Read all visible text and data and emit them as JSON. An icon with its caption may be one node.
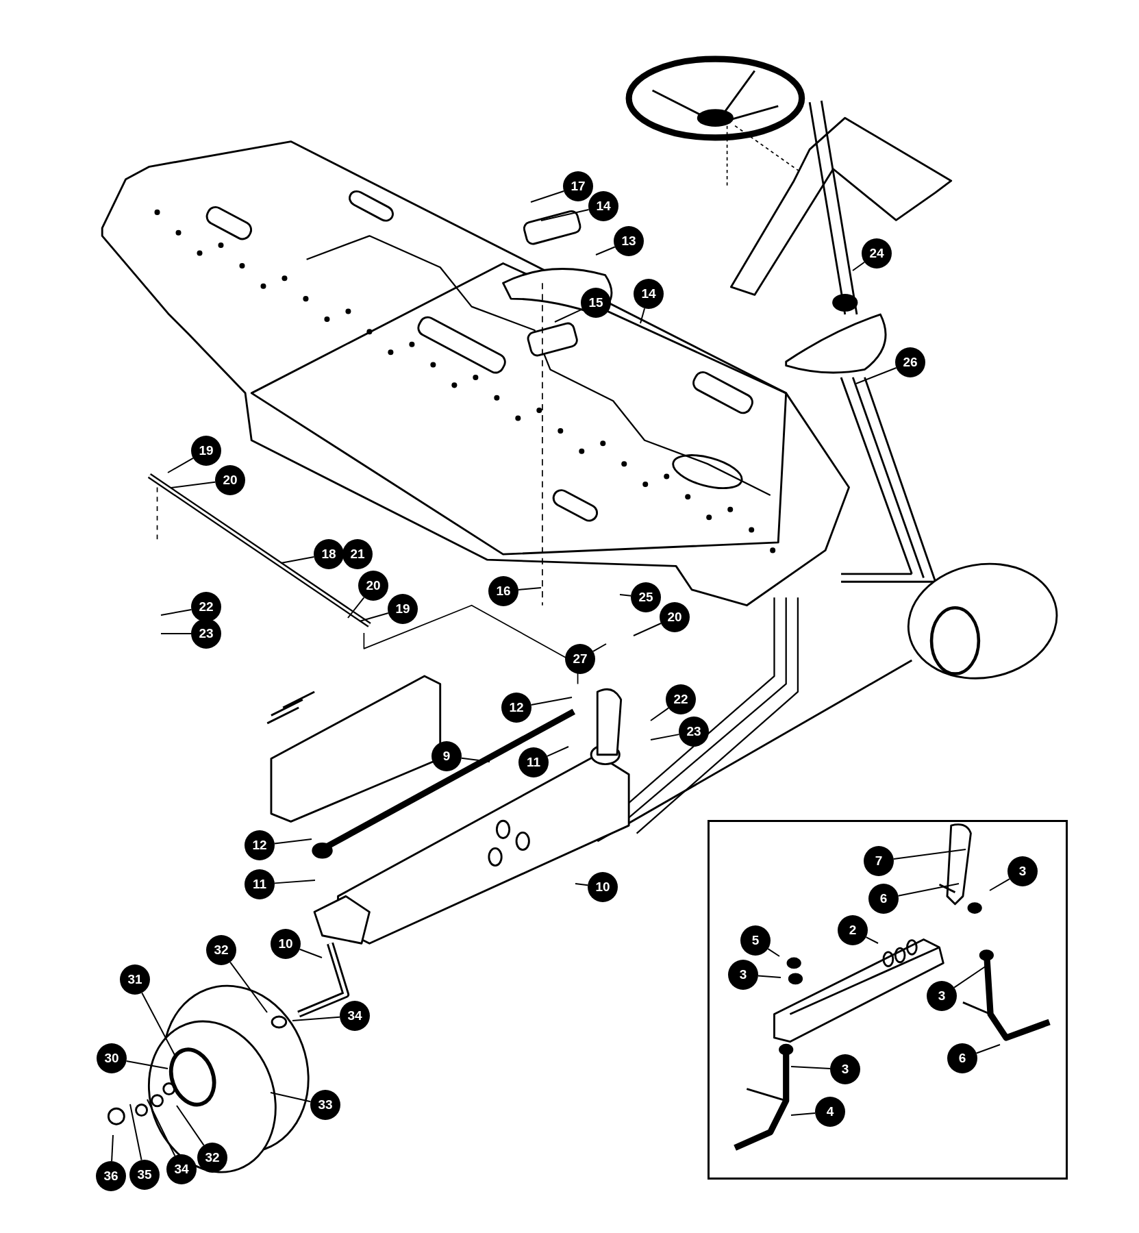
{
  "diagram": {
    "nodes": [
      {
        "text": [
          "17"
        ]
      },
      {
        "text": [
          "14"
        ]
      },
      {
        "text": [
          "13"
        ]
      },
      {
        "text": [
          "15"
        ]
      },
      {
        "text": [
          "14"
        ]
      },
      {
        "text": [
          "24"
        ]
      },
      {
        "text": [
          "26"
        ]
      },
      {
        "text": [
          "19"
        ]
      },
      {
        "text": [
          "20"
        ]
      },
      {
        "text": [
          "18"
        ]
      },
      {
        "text": [
          "21"
        ]
      },
      {
        "text": [
          "20"
        ]
      },
      {
        "text": [
          "19"
        ]
      },
      {
        "text": [
          "22"
        ]
      },
      {
        "text": [
          "23"
        ]
      },
      {
        "text": [
          "16"
        ]
      },
      {
        "text": [
          "25"
        ]
      },
      {
        "text": [
          "20"
        ]
      },
      {
        "text": [
          "27"
        ]
      },
      {
        "text": [
          "12"
        ]
      },
      {
        "text": [
          "22"
        ]
      },
      {
        "text": [
          "23"
        ]
      },
      {
        "text": [
          "9"
        ]
      },
      {
        "text": [
          "11"
        ]
      },
      {
        "text": [
          "12"
        ]
      },
      {
        "text": [
          "11"
        ]
      },
      {
        "text": [
          "10"
        ]
      },
      {
        "text": [
          "10"
        ]
      },
      {
        "text": [
          "32"
        ]
      },
      {
        "text": [
          "34"
        ]
      },
      {
        "text": [
          "31"
        ]
      },
      {
        "text": [
          "30"
        ]
      },
      {
        "text": [
          "33"
        ]
      },
      {
        "text": [
          "32"
        ]
      },
      {
        "text": [
          "34"
        ]
      },
      {
        "text": [
          "35"
        ]
      },
      {
        "text": [
          "36"
        ]
      },
      {
        "text": [],
        "shape": "box"
      },
      {
        "text": [
          "7"
        ],
        "in": 37
      },
      {
        "text": [
          "6"
        ],
        "in": 37
      },
      {
        "text": [
          "3"
        ],
        "in": 37
      },
      {
        "text": [
          "2"
        ],
        "in": 37
      },
      {
        "text": [
          "5"
        ],
        "in": 37
      },
      {
        "text": [
          "3"
        ],
        "in": 37
      },
      {
        "text": [
          "3"
        ],
        "in": 37
      },
      {
        "text": [
          "6"
        ],
        "in": 37
      },
      {
        "text": [
          "3"
        ],
        "in": 37
      },
      {
        "text": [
          "4"
        ],
        "in": 37
      }
    ],
    "edges": [
      {
        "from": 0,
        "to": null,
        "arrow": "none"
      },
      {
        "from": 1,
        "to": null,
        "arrow": "none"
      },
      {
        "from": 2,
        "to": null,
        "arrow": "none"
      },
      {
        "from": 3,
        "to": null,
        "arrow": "none"
      },
      {
        "from": 4,
        "to": null,
        "arrow": "none"
      },
      {
        "from": 5,
        "to": null,
        "arrow": "none"
      },
      {
        "from": 6,
        "to": null,
        "arrow": "none"
      },
      {
        "from": 7,
        "to": null,
        "arrow": "none"
      },
      {
        "from": 8,
        "to": null,
        "arrow": "none"
      },
      {
        "from": 9,
        "to": null,
        "arrow": "none"
      },
      {
        "from": 11,
        "to": null,
        "arrow": "none"
      },
      {
        "from": 12,
        "to": null,
        "arrow": "none"
      },
      {
        "from": 13,
        "to": null,
        "arrow": "none"
      },
      {
        "from": 14,
        "to": null,
        "arrow": "none"
      },
      {
        "from": 15,
        "to": null,
        "arrow": "none"
      },
      {
        "from": 16,
        "to": null,
        "arrow": "none"
      },
      {
        "from": 17,
        "to": null,
        "arrow": "none"
      },
      {
        "from": 18,
        "to": null,
        "arrow": "none"
      },
      {
        "from": 19,
        "to": null,
        "arrow": "none"
      },
      {
        "from": 20,
        "to": null,
        "arrow": "none"
      },
      {
        "from": 21,
        "to": null,
        "arrow": "none"
      },
      {
        "from": 22,
        "to": null,
        "arrow": "none"
      },
      {
        "from": 23,
        "to": null,
        "arrow": "none"
      },
      {
        "from": 24,
        "to": null,
        "arrow": "none"
      },
      {
        "from": 25,
        "to": null,
        "arrow": "none"
      },
      {
        "from": 26,
        "to": null,
        "arrow": "none"
      },
      {
        "from": 27,
        "to": null,
        "arrow": "none"
      },
      {
        "from": 28,
        "to": null,
        "arrow": "none"
      },
      {
        "from": 29,
        "to": null,
        "arrow": "none"
      },
      {
        "from": 30,
        "to": null,
        "arrow": "none"
      },
      {
        "from": 31,
        "to": null,
        "arrow": "none"
      },
      {
        "from": 32,
        "to": null,
        "arrow": "none"
      },
      {
        "from": 33,
        "to": null,
        "arrow": "none"
      },
      {
        "from": 34,
        "to": null,
        "arrow": "none"
      },
      {
        "from": 35,
        "to": null,
        "arrow": "none"
      },
      {
        "from": 36,
        "to": null,
        "arrow": "none"
      },
      {
        "from": 38,
        "to": null,
        "arrow": "none"
      },
      {
        "from": 39,
        "to": null,
        "arrow": "none"
      },
      {
        "from": 40,
        "to": null,
        "arrow": "none"
      },
      {
        "from": 41,
        "to": null,
        "arrow": "none"
      },
      {
        "from": 42,
        "to": null,
        "arrow": "none"
      },
      {
        "from": 43,
        "to": null,
        "arrow": "none"
      },
      {
        "from": 44,
        "to": null,
        "arrow": "none"
      },
      {
        "from": 45,
        "to": null,
        "arrow": "none"
      },
      {
        "from": 46,
        "to": null,
        "arrow": "none"
      },
      {
        "from": 47,
        "to": null,
        "arrow": "none"
      }
    ]
  }
}
